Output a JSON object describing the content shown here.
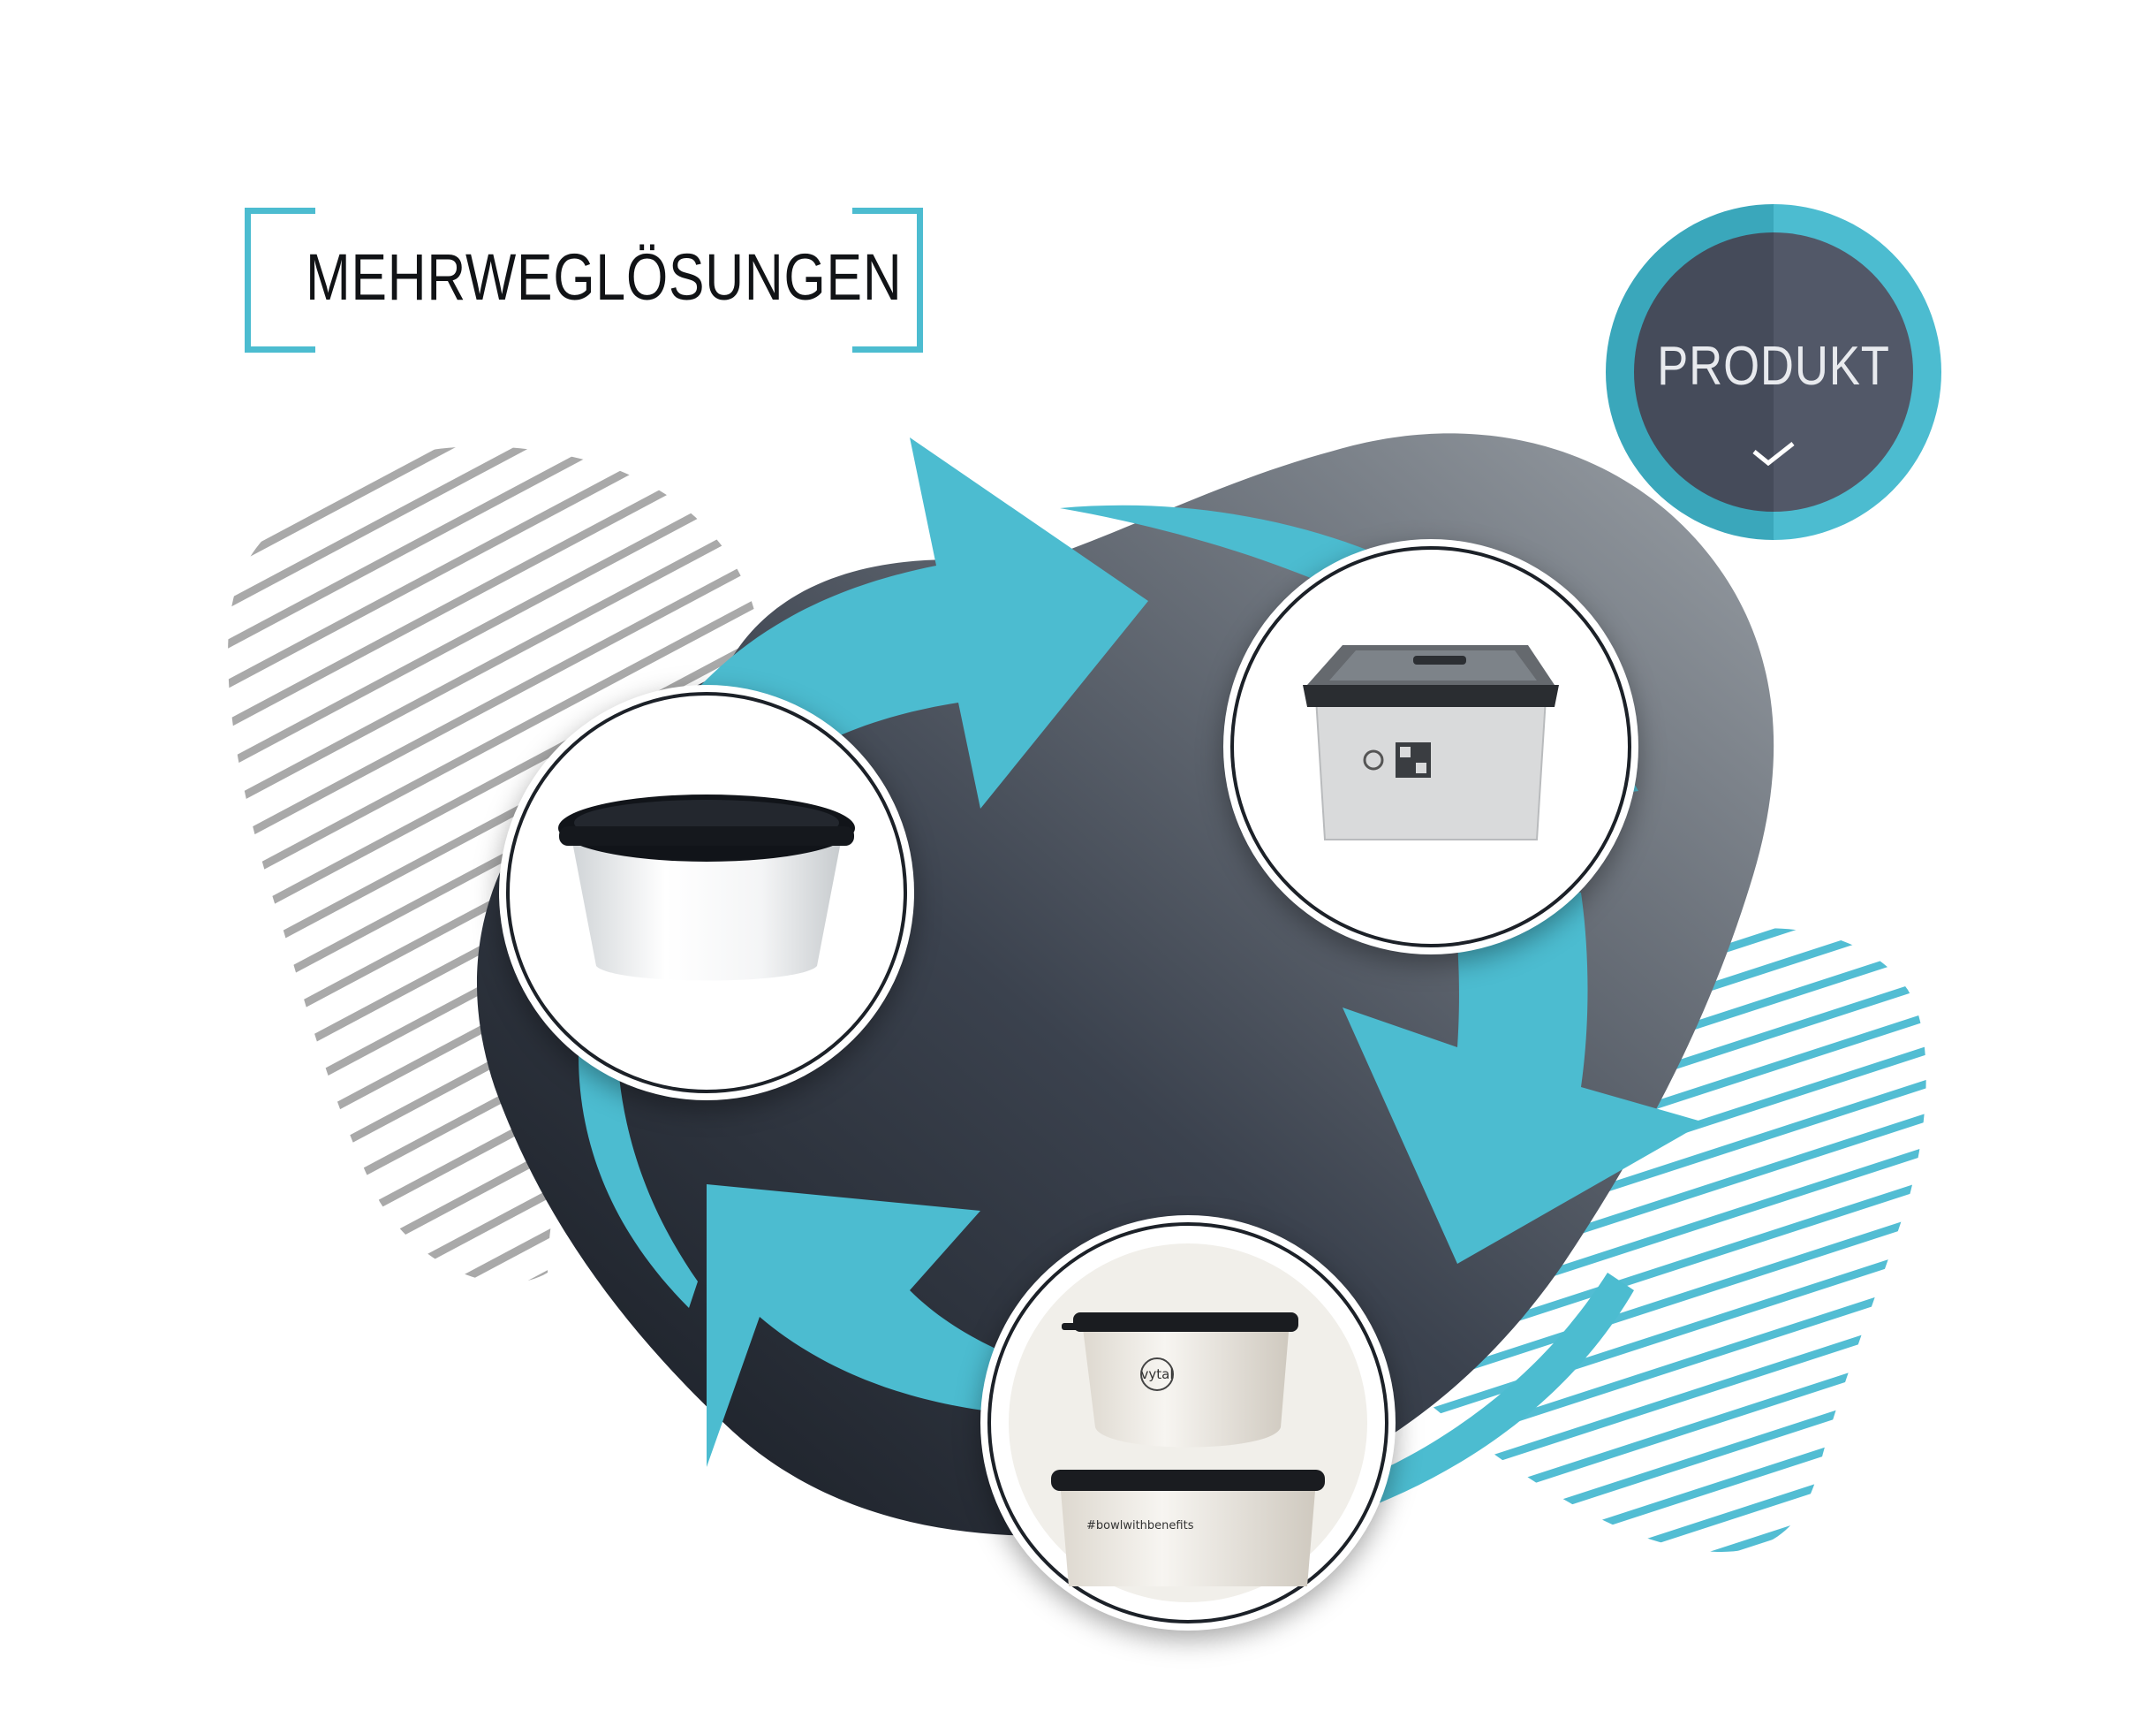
{
  "heading": {
    "text": "MEHRWEGLÖSUNGEN"
  },
  "badge": {
    "label": "PRODUKT",
    "icon": "checkmark-icon"
  },
  "colors": {
    "accent": "#4cbcd0",
    "dark": "#3a414d",
    "badge_core": "#454b5a",
    "stripes_gray": "#a9a9a9",
    "stripes_teal": "#52bdd3"
  },
  "products": [
    {
      "name": "round-container",
      "print": ""
    },
    {
      "name": "gastro-container",
      "print": ""
    },
    {
      "name": "vytal-bowls",
      "brand": "vytal",
      "print": "#bowlwithbenefits"
    }
  ]
}
